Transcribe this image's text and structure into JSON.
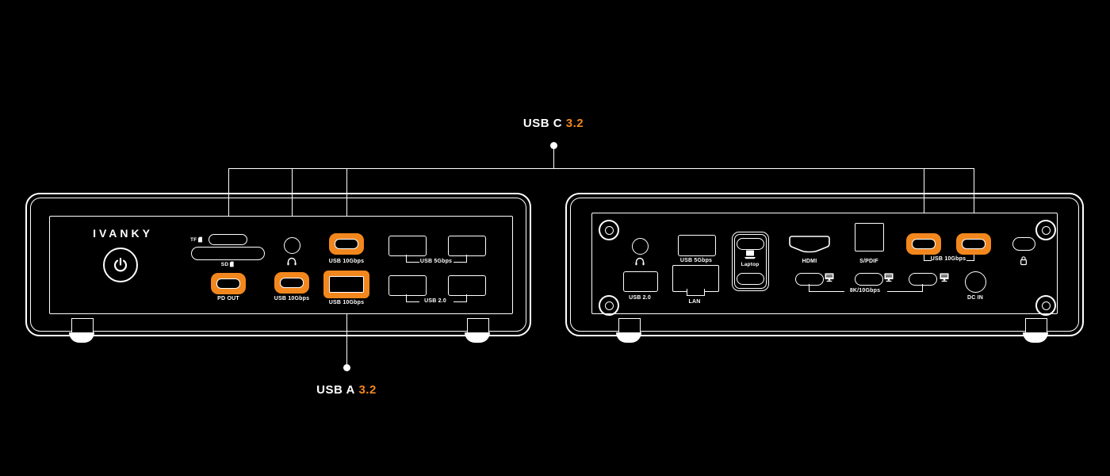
{
  "colors": {
    "background": "#000000",
    "line": "#FFFFFF",
    "accent": "#F2871D"
  },
  "callouts": {
    "usb_c": {
      "label": "USB C",
      "version": "3.2"
    },
    "usb_a": {
      "label": "USB A",
      "version": "3.2"
    }
  },
  "front": {
    "brand": "IVANKY",
    "ports": {
      "tf": "TF",
      "sd": "SD",
      "pd_out": "PD OUT",
      "usb_c_mid": "USB 10Gbps",
      "usb_c_top": "USB 10Gbps",
      "usb_a_10g": "USB 10Gbps",
      "usb_a_5g_pair": "USB 5Gbps",
      "usb_a_2_pair": "USB 2.0"
    }
  },
  "back": {
    "ports": {
      "usb_2": "USB 2.0",
      "usb_5g": "USB 5Gbps",
      "lan": "LAN",
      "laptop": "Laptop",
      "hdmi": "HDMI",
      "spdif": "S/PDIF",
      "usb_10g_pair": "USB 10Gbps",
      "video_trio": "8K/10Gbps",
      "dc_in": "DC IN"
    }
  },
  "icons": {
    "power": "power-icon",
    "headphone": "headphone-icon",
    "memory_card": "card-icon",
    "laptop": "laptop-icon",
    "monitor": "monitor-icon",
    "lock": "lock-icon",
    "screw": "screw-icon"
  }
}
